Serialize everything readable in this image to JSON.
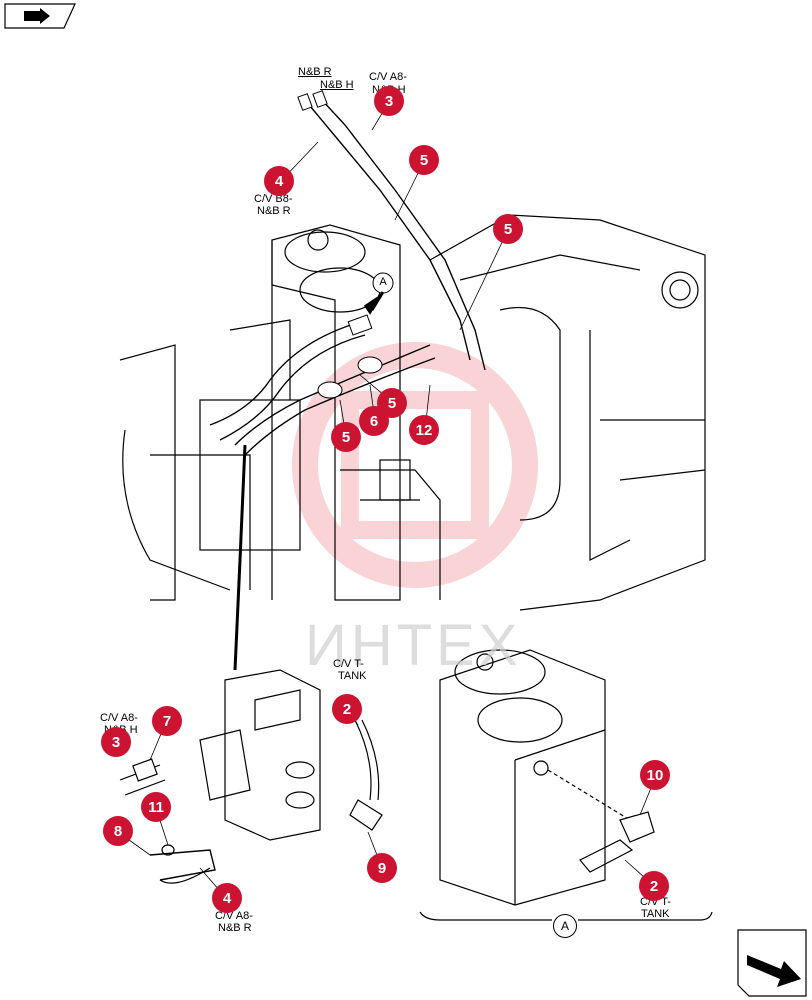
{
  "watermark": {
    "text": "ИНТЕХ"
  },
  "colors": {
    "callout": "#cc1432",
    "logo": "#e83a4a",
    "line": "#000000"
  },
  "icons": {
    "top_nav": "prev-page-icon",
    "bottom_nav": "next-page-icon",
    "section_marker": "view-a-marker"
  },
  "labels": {
    "nbr_top": "N&B R",
    "nbh_top": "N&B H",
    "cv_a8_top": "C/V A8-",
    "cv_a8_top_2": "N&B H",
    "cv_b8_l1": "C/V B8-",
    "cv_b8_l2": "N&B R",
    "cv_ttank_l1": "C/V T-",
    "cv_ttank_l2": "TANK",
    "cv_a8_left_l1": "C/V A8-",
    "cv_a8_left_l2": "N&B H",
    "cv_a8_bottom_l1": "C/V A8-",
    "cv_a8_bottom_l2": "N&B R",
    "cv_ttank_right_l1": "C/V T-",
    "cv_ttank_right_l2": "TANK",
    "section_a": "A",
    "arrow_a": "A"
  },
  "callouts": [
    {
      "id": "c-3-top",
      "text": "3"
    },
    {
      "id": "c-5-top",
      "text": "5"
    },
    {
      "id": "c-4-left",
      "text": "4"
    },
    {
      "id": "c-5-right",
      "text": "5"
    },
    {
      "id": "c-5-mid",
      "text": "5"
    },
    {
      "id": "c-6",
      "text": "6"
    },
    {
      "id": "c-5-low",
      "text": "5"
    },
    {
      "id": "c-12",
      "text": "12"
    },
    {
      "id": "c-7",
      "text": "7"
    },
    {
      "id": "c-3-left",
      "text": "3"
    },
    {
      "id": "c-11",
      "text": "11"
    },
    {
      "id": "c-8",
      "text": "8"
    },
    {
      "id": "c-4-bottom",
      "text": "4"
    },
    {
      "id": "c-2-top",
      "text": "2"
    },
    {
      "id": "c-9",
      "text": "9"
    },
    {
      "id": "c-10",
      "text": "10"
    },
    {
      "id": "c-2-right",
      "text": "2"
    }
  ]
}
